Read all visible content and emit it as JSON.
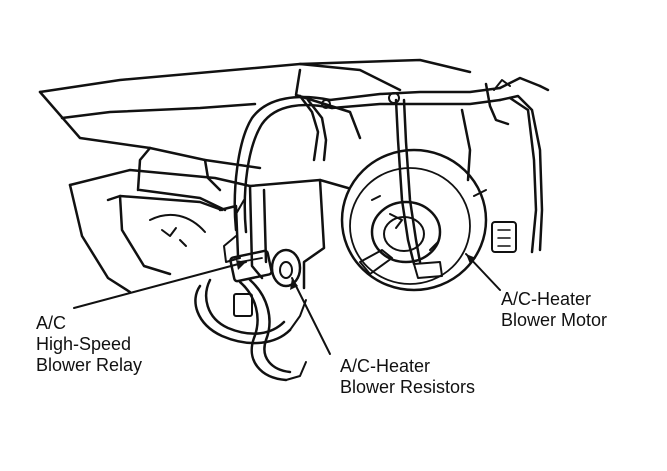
{
  "colors": {
    "ink": "#111111",
    "background": "#ffffff"
  },
  "callouts": {
    "relay": {
      "line1": "A/C",
      "line2": "High-Speed",
      "line3": "Blower Relay"
    },
    "resistors": {
      "line1": "A/C-Heater",
      "line2": "Blower Resistors"
    },
    "motor": {
      "line1": "A/C-Heater",
      "line2": "Blower Motor"
    }
  }
}
